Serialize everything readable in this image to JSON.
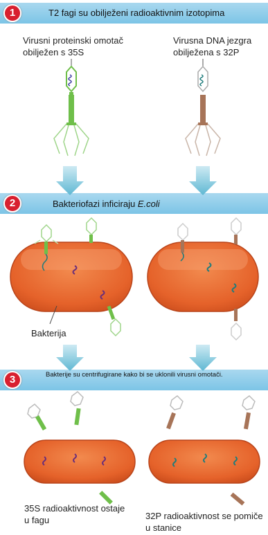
{
  "steps": [
    {
      "number": "1",
      "text": "T2 fagi su obilježeni radioaktivnim izotopima"
    },
    {
      "number": "2",
      "text": "Bakteriofazi inficiraju",
      "text_italic": "E.coli"
    },
    {
      "number": "3",
      "text": "Bakterije su centrifugirane kako bi se uklonili virusni omotači."
    }
  ],
  "labels": {
    "protein_coat": "Virusni proteinski omotač obilježen s 35S",
    "dna_core": "Virusna DNA jezgra obilježena s 32P",
    "bacterium": "Bakterija",
    "result_35s": "35S radioaktivnost ostaje u fagu",
    "result_32p": "32P radioaktivnost se pomiče u stanice"
  },
  "colors": {
    "banner": "#8ccbe9",
    "step_badge": "#d8202f",
    "bacterium": "#e8662a",
    "protein_label_green": "#6fbf4a",
    "dna_label_brown": "#a77458",
    "arrow": "#7cc8de"
  },
  "icons": {
    "phage": "bacteriophage-icon",
    "bacterium": "bacterium-icon",
    "arrow": "down-arrow-icon",
    "dna": "dna-squiggle-icon"
  }
}
